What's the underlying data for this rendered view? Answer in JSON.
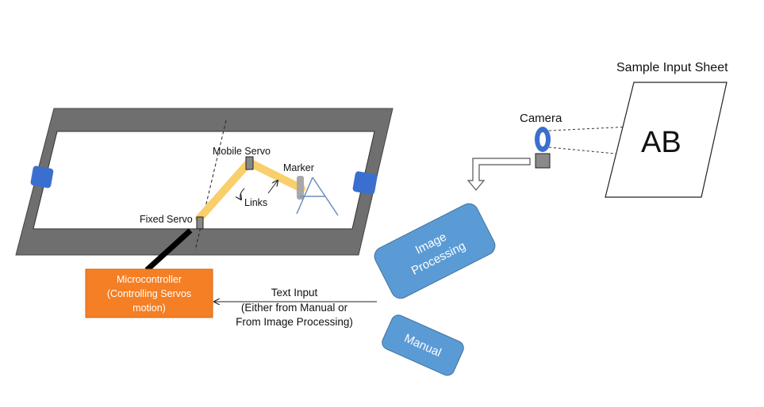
{
  "labels": {
    "sample_sheet": "Sample Input Sheet",
    "camera": "Camera",
    "sheet_text": "AB",
    "mobile_servo": "Mobile Servo",
    "marker": "Marker",
    "links": "Links",
    "fixed_servo": "Fixed Servo",
    "text_input_line1": "Text Input",
    "text_input_line2": "(Either from Manual or",
    "text_input_line3": "From Image Processing)"
  },
  "boxes": {
    "microcontroller_line1": "Microcontroller",
    "microcontroller_line2": "(Controlling Servos",
    "microcontroller_line3": "motion)",
    "image_processing_line1": "Image",
    "image_processing_line2": "Processing",
    "manual": "Manual"
  },
  "colors": {
    "frame": "#6f6f6f",
    "microcontroller": "#f47f25",
    "blue_box": "#5b9bd5",
    "servo_clip": "#3a6fd0",
    "links": "#f9cf6b"
  }
}
